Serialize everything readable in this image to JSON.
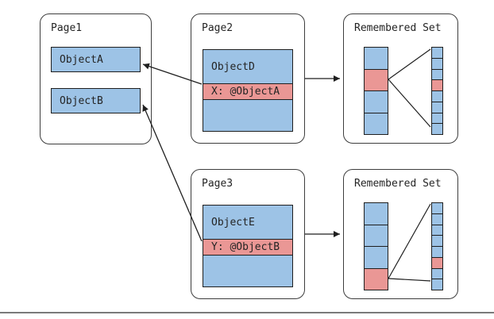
{
  "colors": {
    "object_blue": "#9dc3e6",
    "highlight_pink": "#ea9795",
    "line": "#1f1f1f",
    "divider": "#7a7a7a"
  },
  "pages": {
    "page1": {
      "label": "Page1",
      "objects": [
        {
          "label": "ObjectA"
        },
        {
          "label": "ObjectB"
        }
      ]
    },
    "page2": {
      "label": "Page2",
      "object": {
        "title": "ObjectD",
        "field": "X: @ObjectA"
      }
    },
    "page3": {
      "label": "Page3",
      "object": {
        "title": "ObjectE",
        "field": "Y: @ObjectB"
      }
    }
  },
  "remembered_sets": {
    "top": {
      "label": "Remembered Set",
      "coarse_cells": [
        "blue",
        "pink",
        "blue",
        "blue"
      ],
      "fine_cells": [
        "blue",
        "blue",
        "blue",
        "pink",
        "blue",
        "blue",
        "blue",
        "blue"
      ]
    },
    "bottom": {
      "label": "Remembered Set",
      "coarse_cells": [
        "blue",
        "blue",
        "blue",
        "pink"
      ],
      "fine_cells": [
        "blue",
        "blue",
        "blue",
        "blue",
        "blue",
        "pink",
        "blue",
        "blue"
      ]
    }
  }
}
